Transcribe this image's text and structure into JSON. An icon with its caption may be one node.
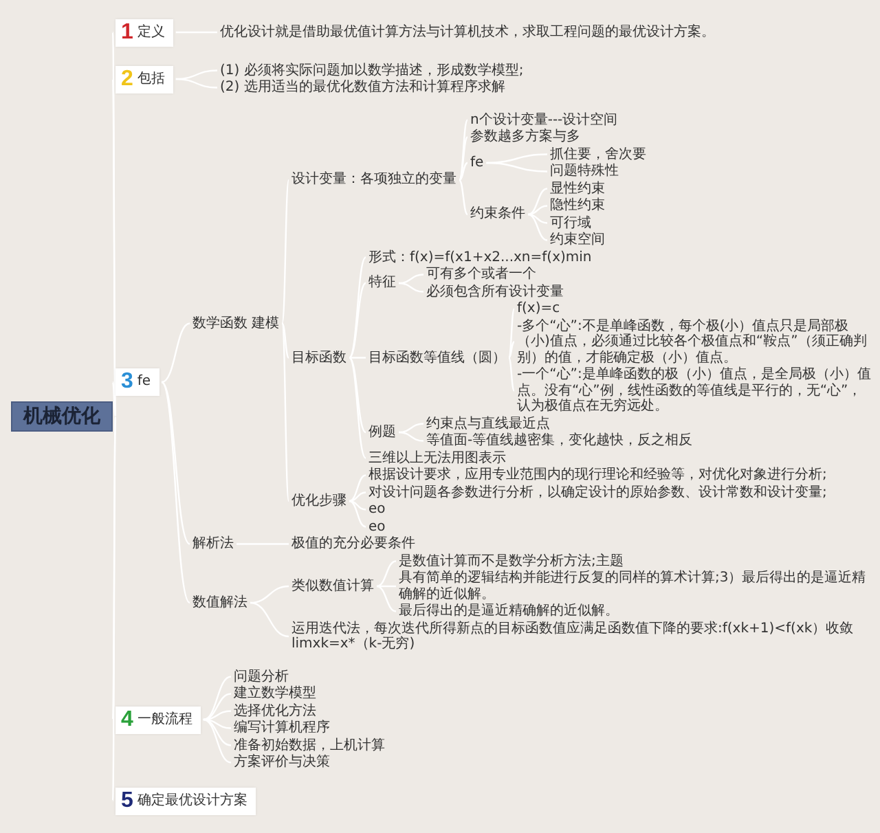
{
  "diagram": {
    "nodes": [
      {
        "text": [
          "机械优化"
        ]
      },
      {
        "text": [
          "1",
          "定义"
        ]
      },
      {
        "text": [
          "优化设计就是借助最优值计算方法与计算机技术，求取工程问题的最优设计方案。"
        ]
      },
      {
        "text": [
          "2",
          "包括"
        ]
      },
      {
        "text": [
          "(1) 必须将实际问题加以数学描述，形成数学模型;"
        ]
      },
      {
        "text": [
          "(2) 选用适当的最优化数值方法和计算程序求解"
        ]
      },
      {
        "text": [
          "3",
          "fe"
        ]
      },
      {
        "text": [
          "数学函数 建模"
        ]
      },
      {
        "text": [
          "设计变量：各项独立的变量"
        ]
      },
      {
        "text": [
          "n个设计变量---设计空间"
        ]
      },
      {
        "text": [
          "参数越多方案与多"
        ]
      },
      {
        "text": [
          "fe"
        ]
      },
      {
        "text": [
          "抓住要，舍次要"
        ]
      },
      {
        "text": [
          "问题特殊性"
        ]
      },
      {
        "text": [
          "约束条件"
        ]
      },
      {
        "text": [
          "显性约束"
        ]
      },
      {
        "text": [
          "隐性约束"
        ]
      },
      {
        "text": [
          "可行域"
        ]
      },
      {
        "text": [
          "约束空间"
        ]
      },
      {
        "text": [
          "目标函数"
        ]
      },
      {
        "text": [
          "形式：f(x)=f(x1+x2...xn=f(x)min"
        ]
      },
      {
        "text": [
          "特征"
        ]
      },
      {
        "text": [
          "可有多个或者一个"
        ]
      },
      {
        "text": [
          "必须包含所有设计变量"
        ]
      },
      {
        "text": [
          "目标函数等值线（圆）"
        ]
      },
      {
        "text": [
          "f(x)=c"
        ]
      },
      {
        "text": [
          "-多个“心”:不是单峰函数，每个极(小）值点只是局部极（小)值点，必须通过比较各个极值点和“鞍点”（须正确判别）的值，才能确定极（小）值点。"
        ]
      },
      {
        "text": [
          "-一个“心”:是单峰函数的极（小）值点，是全局极（小）值点。没有“心”例，线性函数的等值线是平行的，无“心”，认为极值点在无穷远处。"
        ]
      },
      {
        "text": [
          "例题"
        ]
      },
      {
        "text": [
          "约束点与直线最近点"
        ]
      },
      {
        "text": [
          "等值面-等值线越密集，变化越快，反之相反"
        ]
      },
      {
        "text": [
          "三维以上无法用图表示"
        ]
      },
      {
        "text": [
          "优化步骤"
        ]
      },
      {
        "text": [
          "根据设计要求，应用专业范围内的现行理论和经验等，对优化对象进行分析;"
        ]
      },
      {
        "text": [
          "对设计问题各参数进行分析，以确定设计的原始参数、设计常数和设计变量;"
        ]
      },
      {
        "text": [
          "eo"
        ]
      },
      {
        "text": [
          "eo"
        ]
      },
      {
        "text": [
          "解析法"
        ]
      },
      {
        "text": [
          "极值的充分必要条件"
        ]
      },
      {
        "text": [
          "数值解法"
        ]
      },
      {
        "text": [
          "类似数值计算"
        ]
      },
      {
        "text": [
          "是数值计算而不是数学分析方法;主题"
        ]
      },
      {
        "text": [
          "具有简单的逻辑结构并能进行反复的同样的算术计算;3）最后得出的是逼近精确解的近似解。"
        ]
      },
      {
        "text": [
          "最后得出的是逼近精确解的近似解。"
        ]
      },
      {
        "text": [
          "运用迭代法，每次迭代所得新点的目标函数值应满足函数值下降的要求:f(xk+1)<f(xk）收敛limxk=x*（k-无穷)"
        ]
      },
      {
        "text": [
          "4",
          "一般流程"
        ]
      },
      {
        "text": [
          "问题分析"
        ]
      },
      {
        "text": [
          "建立数学模型"
        ]
      },
      {
        "text": [
          "选择优化方法"
        ]
      },
      {
        "text": [
          "编写计算机程序"
        ]
      },
      {
        "text": [
          "准备初始数据，上机计算"
        ]
      },
      {
        "text": [
          "方案评价与决策"
        ]
      },
      {
        "text": [
          "5",
          "确定最优设计方案"
        ]
      }
    ],
    "edges": [
      {
        "from": 0,
        "to": 1,
        "arrow": "none"
      },
      {
        "from": 0,
        "to": 3,
        "arrow": "none"
      },
      {
        "from": 0,
        "to": 6,
        "arrow": "none"
      },
      {
        "from": 0,
        "to": 45,
        "arrow": "none"
      },
      {
        "from": 0,
        "to": 52,
        "arrow": "none"
      },
      {
        "from": 1,
        "to": 2,
        "arrow": "none"
      },
      {
        "from": 3,
        "to": 4,
        "arrow": "none"
      },
      {
        "from": 3,
        "to": 5,
        "arrow": "none"
      },
      {
        "from": 6,
        "to": 7,
        "arrow": "none"
      },
      {
        "from": 6,
        "to": 37,
        "arrow": "none"
      },
      {
        "from": 6,
        "to": 39,
        "arrow": "none"
      },
      {
        "from": 7,
        "to": 8,
        "arrow": "none"
      },
      {
        "from": 7,
        "to": 19,
        "arrow": "none"
      },
      {
        "from": 7,
        "to": 32,
        "arrow": "none"
      },
      {
        "from": 8,
        "to": 9,
        "arrow": "none"
      },
      {
        "from": 8,
        "to": 10,
        "arrow": "none"
      },
      {
        "from": 8,
        "to": 11,
        "arrow": "none"
      },
      {
        "from": 8,
        "to": 14,
        "arrow": "none"
      },
      {
        "from": 11,
        "to": 12,
        "arrow": "none"
      },
      {
        "from": 11,
        "to": 13,
        "arrow": "none"
      },
      {
        "from": 14,
        "to": 15,
        "arrow": "none"
      },
      {
        "from": 14,
        "to": 16,
        "arrow": "none"
      },
      {
        "from": 14,
        "to": 17,
        "arrow": "none"
      },
      {
        "from": 14,
        "to": 18,
        "arrow": "none"
      },
      {
        "from": 19,
        "to": 20,
        "arrow": "none"
      },
      {
        "from": 19,
        "to": 21,
        "arrow": "none"
      },
      {
        "from": 19,
        "to": 24,
        "arrow": "none"
      },
      {
        "from": 19,
        "to": 28,
        "arrow": "none"
      },
      {
        "from": 19,
        "to": 31,
        "arrow": "none"
      },
      {
        "from": 21,
        "to": 22,
        "arrow": "none"
      },
      {
        "from": 21,
        "to": 23,
        "arrow": "none"
      },
      {
        "from": 24,
        "to": 25,
        "arrow": "none"
      },
      {
        "from": 24,
        "to": 26,
        "arrow": "none"
      },
      {
        "from": 24,
        "to": 27,
        "arrow": "none"
      },
      {
        "from": 28,
        "to": 29,
        "arrow": "none"
      },
      {
        "from": 28,
        "to": 30,
        "arrow": "none"
      },
      {
        "from": 32,
        "to": 33,
        "arrow": "none"
      },
      {
        "from": 32,
        "to": 34,
        "arrow": "none"
      },
      {
        "from": 32,
        "to": 35,
        "arrow": "none"
      },
      {
        "from": 32,
        "to": 36,
        "arrow": "none"
      },
      {
        "from": 37,
        "to": 38,
        "arrow": "none"
      },
      {
        "from": 39,
        "to": 40,
        "arrow": "none"
      },
      {
        "from": 39,
        "to": 44,
        "arrow": "none"
      },
      {
        "from": 40,
        "to": 41,
        "arrow": "none"
      },
      {
        "from": 40,
        "to": 42,
        "arrow": "none"
      },
      {
        "from": 40,
        "to": 43,
        "arrow": "none"
      },
      {
        "from": 45,
        "to": 46,
        "arrow": "none"
      },
      {
        "from": 45,
        "to": 47,
        "arrow": "none"
      },
      {
        "from": 45,
        "to": 48,
        "arrow": "none"
      },
      {
        "from": 45,
        "to": 49,
        "arrow": "none"
      },
      {
        "from": 45,
        "to": 50,
        "arrow": "none"
      },
      {
        "from": 45,
        "to": 51,
        "arrow": "none"
      }
    ]
  }
}
